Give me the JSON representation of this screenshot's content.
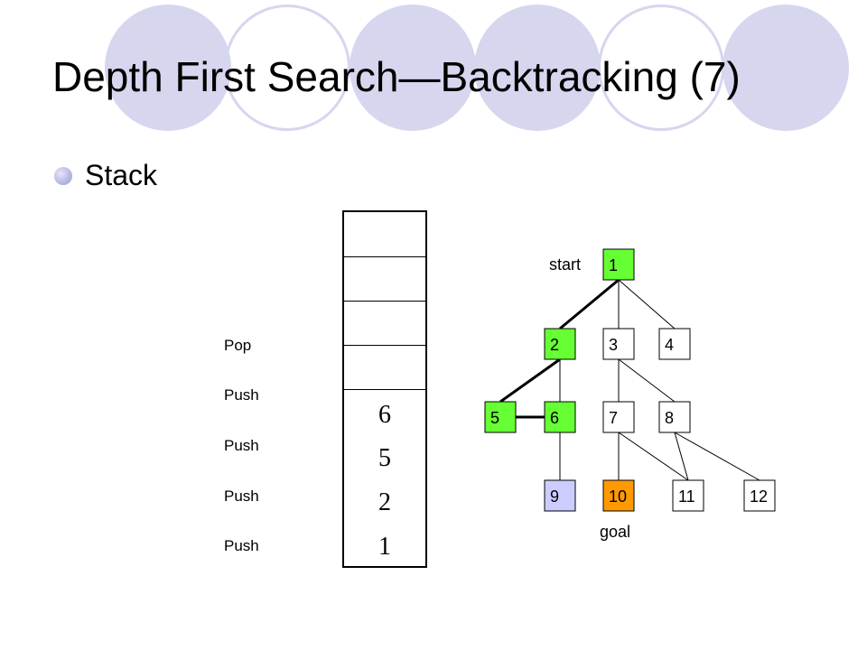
{
  "title": "Depth First Search—Backtracking (7)",
  "bullet": "Stack",
  "colors": {
    "decoration": "#d6d6ef",
    "visited": "#66ff33",
    "goal": "#ff9900",
    "unexplored_leaf": "#ccccff",
    "default": "#ffffff"
  },
  "operations": [
    "Pop",
    "Push",
    "Push",
    "Push",
    "Push"
  ],
  "stack": {
    "slots": [
      "",
      "",
      "",
      "",
      "6",
      "5",
      "2",
      "1"
    ]
  },
  "tree": {
    "start_label": "start",
    "goal_label": "goal",
    "nodes": [
      {
        "id": "1",
        "color": "#66ff33"
      },
      {
        "id": "2",
        "color": "#66ff33"
      },
      {
        "id": "3",
        "color": "#ffffff"
      },
      {
        "id": "4",
        "color": "#ffffff"
      },
      {
        "id": "5",
        "color": "#66ff33"
      },
      {
        "id": "6",
        "color": "#66ff33"
      },
      {
        "id": "7",
        "color": "#ffffff"
      },
      {
        "id": "8",
        "color": "#ffffff"
      },
      {
        "id": "9",
        "color": "#ccccff"
      },
      {
        "id": "10",
        "color": "#ff9900"
      },
      {
        "id": "11",
        "color": "#ffffff"
      },
      {
        "id": "12",
        "color": "#ffffff"
      }
    ],
    "edges": [
      {
        "from": "1",
        "to": "2",
        "bold": true
      },
      {
        "from": "1",
        "to": "3",
        "bold": false
      },
      {
        "from": "1",
        "to": "4",
        "bold": false
      },
      {
        "from": "2",
        "to": "5",
        "bold": true
      },
      {
        "from": "2",
        "to": "6",
        "bold": false
      },
      {
        "from": "5",
        "to": "6",
        "bold": true
      },
      {
        "from": "6",
        "to": "9",
        "bold": false
      },
      {
        "from": "3",
        "to": "7",
        "bold": false
      },
      {
        "from": "3",
        "to": "8",
        "bold": false
      },
      {
        "from": "7",
        "to": "10",
        "bold": false
      },
      {
        "from": "7",
        "to": "11",
        "bold": false
      },
      {
        "from": "8",
        "to": "11",
        "bold": false
      },
      {
        "from": "8",
        "to": "12",
        "bold": false
      }
    ]
  }
}
